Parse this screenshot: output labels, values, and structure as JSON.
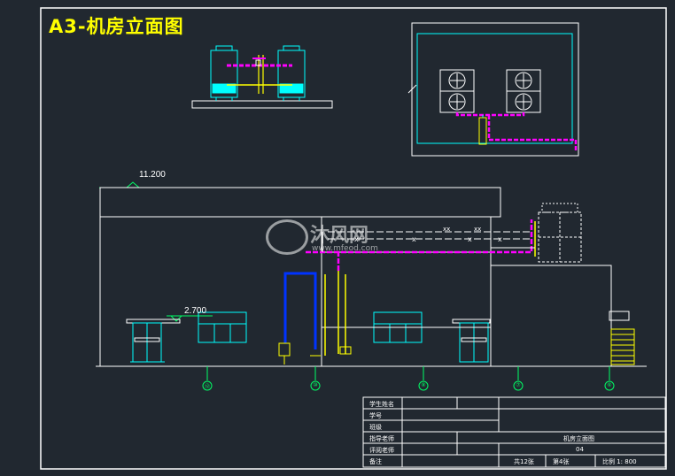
{
  "title": "A3-机房立面图",
  "levels": {
    "top": "11.200",
    "mid": "2.700"
  },
  "axes": [
    "⑫",
    "⑩",
    "⑧",
    "⑦",
    "⑥"
  ],
  "watermark": {
    "brand": "沐风网",
    "url": "www.mfeod.com"
  },
  "title_block": {
    "rows": [
      "学生姓名",
      "学号",
      "班级",
      "指导老师",
      "评阅老师",
      "备注"
    ],
    "drawing_name": "机房立面图",
    "drawing_no": "04",
    "sheets": "共12张",
    "sheet": "第4张",
    "scale": "比例 1: 800"
  },
  "colors": {
    "background": "#212830",
    "line": "#ffffff",
    "cyan": "#00ffff",
    "magenta": "#ff00ff",
    "yellow": "#ffff00",
    "blue": "#0033ff",
    "green": "#00ff66"
  }
}
